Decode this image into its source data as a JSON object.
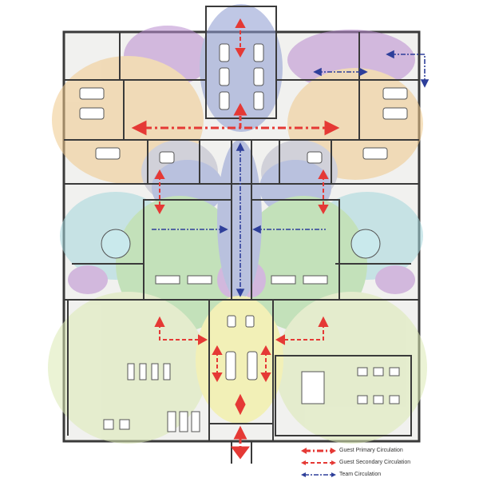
{
  "legend": {
    "items": [
      {
        "label": "Guest Primary Circulation",
        "color": "#e53935",
        "style": "dash-dot-bold"
      },
      {
        "label": "Guest Secondary Circulation",
        "color": "#e53935",
        "style": "dashed"
      },
      {
        "label": "Team Circulation",
        "color": "#2e3f9a",
        "style": "dash-dot"
      }
    ]
  },
  "zones": {
    "purple": "#b98bcf",
    "blue": "#8c9ad1",
    "orange": "#f0c98a",
    "grey": "#b7b7c8",
    "teal": "#a4d7dc",
    "green": "#9fd48f",
    "yellow": "#f4f08a",
    "lime": "#dbe9b3",
    "wall": "#3a3a3a"
  }
}
